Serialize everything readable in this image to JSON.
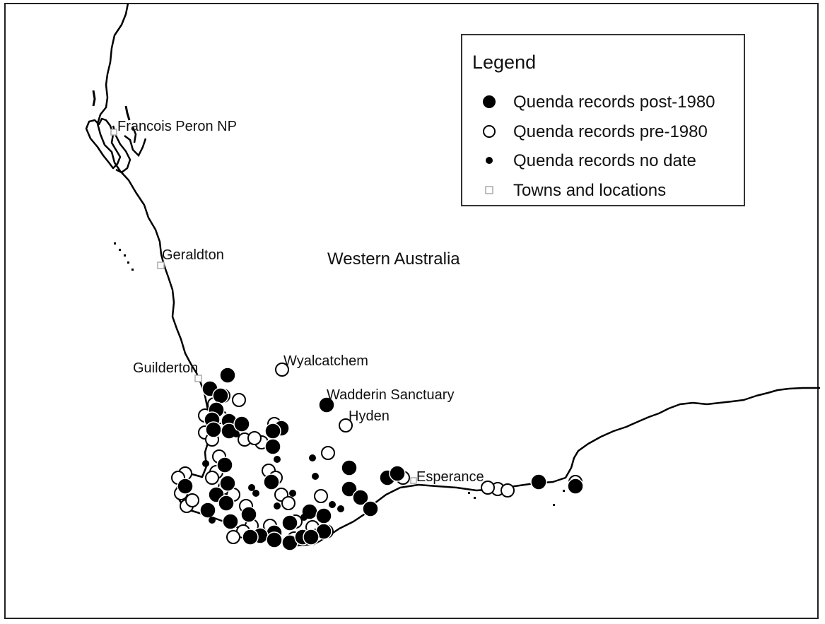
{
  "region_label": "Western Australia",
  "legend": {
    "title": "Legend",
    "items": [
      {
        "label": "Quenda records post-1980",
        "symbol": "filled-circle-large"
      },
      {
        "label": "Quenda records pre-1980",
        "symbol": "open-circle"
      },
      {
        "label": "Quenda records no date",
        "symbol": "filled-circle-small"
      },
      {
        "label": "Towns and locations",
        "symbol": "open-square"
      }
    ]
  },
  "places": {
    "francois_peron": "Francois Peron NP",
    "geraldton": "Geraldton",
    "guilderton": "Guilderton",
    "wyalcatchem": "Wyalcatchem",
    "wadderin": "Wadderin Sanctuary",
    "hyden": "Hyden",
    "esperance": "Esperance"
  },
  "colors": {
    "ink": "#000000",
    "paper": "#ffffff",
    "town_marker": "#aaaaaa"
  }
}
